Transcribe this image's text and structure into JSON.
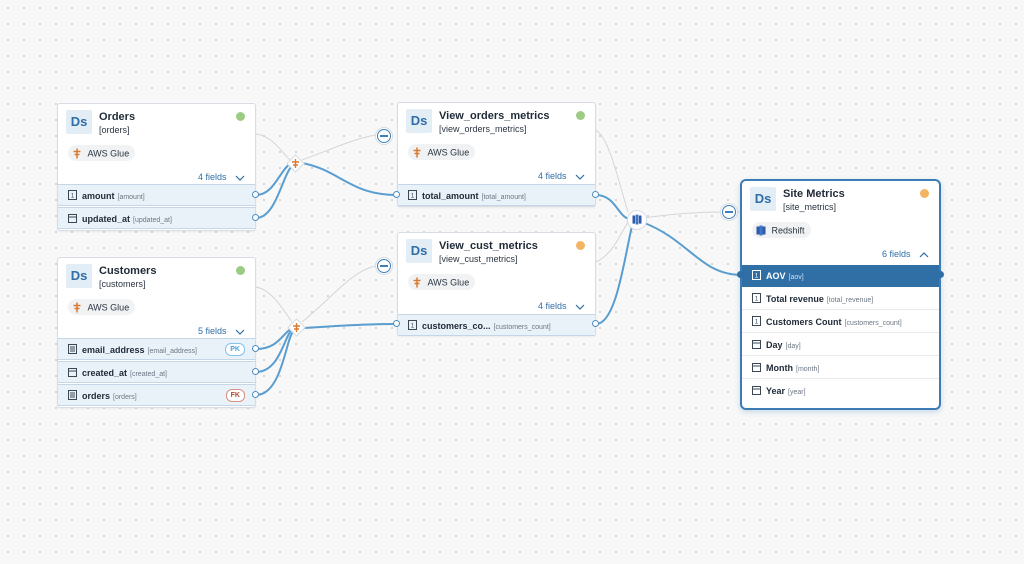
{
  "colors": {
    "accent": "#2f6fa5",
    "status_green": "#9ccc84",
    "status_orange": "#f3b563",
    "edge": "#5a9dcf"
  },
  "nodes": {
    "orders": {
      "icon": "Ds",
      "title": "Orders",
      "subtitle": "[orders]",
      "source": "AWS Glue",
      "source_icon": "aws-glue-icon",
      "fields_count": "4 fields",
      "status": "green",
      "fields": [
        {
          "name": "amount",
          "key": "[amount]",
          "icon": "numeric-field-icon"
        },
        {
          "name": "updated_at",
          "key": "[updated_at]",
          "icon": "date-field-icon"
        }
      ]
    },
    "customers": {
      "icon": "Ds",
      "title": "Customers",
      "subtitle": "[customers]",
      "source": "AWS Glue",
      "source_icon": "aws-glue-icon",
      "fields_count": "5 fields",
      "status": "green",
      "fields": [
        {
          "name": "email_address",
          "key": "[email_address]",
          "icon": "text-field-icon",
          "badge": "PK"
        },
        {
          "name": "created_at",
          "key": "[created_at]",
          "icon": "date-field-icon"
        },
        {
          "name": "orders",
          "key": "[orders]",
          "icon": "text-field-icon",
          "badge": "FK"
        }
      ]
    },
    "view_orders": {
      "icon": "Ds",
      "title": "View_orders_metrics",
      "subtitle": "[view_orders_metrics]",
      "source": "AWS Glue",
      "source_icon": "aws-glue-icon",
      "fields_count": "4 fields",
      "status": "green",
      "fields": [
        {
          "name": "total_amount",
          "key": "[total_amount]",
          "icon": "numeric-field-icon"
        }
      ]
    },
    "view_cust": {
      "icon": "Ds",
      "title": "View_cust_metrics",
      "subtitle": "[view_cust_metrics]",
      "source": "AWS Glue",
      "source_icon": "aws-glue-icon",
      "fields_count": "4 fields",
      "status": "orange",
      "fields": [
        {
          "name": "customers_co...",
          "key": "[customers_count]",
          "icon": "numeric-field-icon"
        }
      ]
    },
    "site_metrics": {
      "icon": "Ds",
      "title": "Site Metrics",
      "subtitle": "[site_metrics]",
      "source": "Redshift",
      "source_icon": "redshift-icon",
      "fields_count": "6 fields",
      "status": "orange",
      "fields": [
        {
          "name": "AOV",
          "key": "[aov]",
          "icon": "numeric-field-icon"
        },
        {
          "name": "Total revenue",
          "key": "[total_revenue]",
          "icon": "numeric-field-icon"
        },
        {
          "name": "Customers Count",
          "key": "[customers_count]",
          "icon": "numeric-field-icon"
        },
        {
          "name": "Day",
          "key": "[day]",
          "icon": "date-field-icon"
        },
        {
          "name": "Month",
          "key": "[month]",
          "icon": "date-field-icon"
        },
        {
          "name": "Year",
          "key": "[year]",
          "icon": "date-field-icon"
        }
      ]
    }
  }
}
